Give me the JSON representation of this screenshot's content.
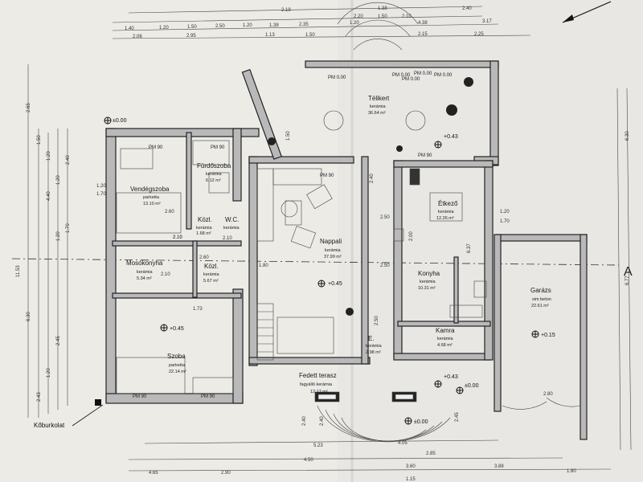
{
  "levels": {
    "top_left": "±0.00",
    "telikert": "+0.43",
    "nappali": "+0.45",
    "szoba": "+0.45",
    "garage": "+0.15",
    "terrace_entry": "+0.43",
    "terrace_zero": "±0.00",
    "bottom_zero": "±0.00"
  },
  "rooms": [
    {
      "id": "vendegszoba",
      "name": "Vendégszoba",
      "material": "parketta",
      "area": "13.10 m²"
    },
    {
      "id": "furdoszoba",
      "name": "Fürdőszoba",
      "material": "kerámia",
      "area": "6.12 m²"
    },
    {
      "id": "kozl1",
      "name": "Közl.",
      "material": "kerámia",
      "area": "1.68 m²"
    },
    {
      "id": "wc",
      "name": "W.C.",
      "material": "kerámia",
      "area": ""
    },
    {
      "id": "mosokonyha",
      "name": "Mosókonyha",
      "material": "kerámia",
      "area": "5.34 m²"
    },
    {
      "id": "kozl2",
      "name": "Közl.",
      "material": "kerámia",
      "area": "5.67 m²"
    },
    {
      "id": "szoba",
      "name": "Szoba",
      "material": "parketta",
      "area": "22.14 m²"
    },
    {
      "id": "nappali",
      "name": "Nappali",
      "material": "kerámia",
      "area": "37.99 m²"
    },
    {
      "id": "telikert",
      "name": "Télikert",
      "material": "kerámia",
      "area": "36.64 m²"
    },
    {
      "id": "etkezo",
      "name": "Étkező",
      "material": "kerámia",
      "area": "12.26 m²"
    },
    {
      "id": "konyha",
      "name": "Konyha",
      "material": "kerámia",
      "area": "10.31 m²"
    },
    {
      "id": "kamra",
      "name": "Kamra",
      "material": "kerámia",
      "area": "4.68 m²"
    },
    {
      "id": "el",
      "name": "E.",
      "material": "kerámia",
      "area": "2.98 m²"
    },
    {
      "id": "garazs",
      "name": "Garázs",
      "material": "sim beton",
      "area": "22.61 m²"
    },
    {
      "id": "fedett",
      "name": "Fedett terasz",
      "material": "fagyálló kerámia",
      "area": "12.17 m²"
    }
  ],
  "labels": {
    "koburkolat": "Kőburkolat",
    "section_marker": "A"
  },
  "pm_labels": [
    "PM 90",
    "PM 90",
    "PM 90",
    "PM 90",
    "PM 90",
    "PM 90",
    "PM 0.00",
    "PM 0.00",
    "PM 0.00",
    "PM 0.00",
    "PM 0.00"
  ],
  "dims": {
    "top_row1": [
      "2.19",
      "1.38",
      "2.40",
      "2.20",
      "1.50",
      "2.10"
    ],
    "top_row2": [
      "1.40",
      "1.20",
      "1.50",
      "2.50",
      "1.20",
      "1.38",
      "2.35",
      "1.20",
      "4.38",
      "3.17"
    ],
    "top_row3": [
      "2.06",
      "2.95",
      "1.13",
      "1.50",
      "2.15",
      "2.25"
    ],
    "left_col": [
      "2.65",
      "1.50",
      "1.20",
      "2.40",
      "1.20",
      "4.40",
      "1.70",
      "1.20",
      "2.45",
      "6.30",
      "1.20",
      "2.43",
      "11.53"
    ],
    "right_col": [
      "6.30",
      "6.77",
      "1.20",
      "1.70",
      "2.50",
      "2.50",
      "2.10"
    ],
    "bottom_row1": [
      "5.23",
      "4.05",
      "2.85",
      "4.50",
      "2.80"
    ],
    "bottom_row2": [
      "4.65",
      "2.90",
      "3.60",
      "3.88",
      "1.80",
      "1.15"
    ],
    "inner": [
      "1.20",
      "1.70",
      "2.10",
      "2.10",
      "2.60",
      "2.60",
      "2.10",
      "1.73",
      "1.80",
      "2.40",
      "2.50",
      "2.00",
      "6.37",
      "1.50",
      "2.40",
      "2.45",
      "2.40"
    ]
  }
}
